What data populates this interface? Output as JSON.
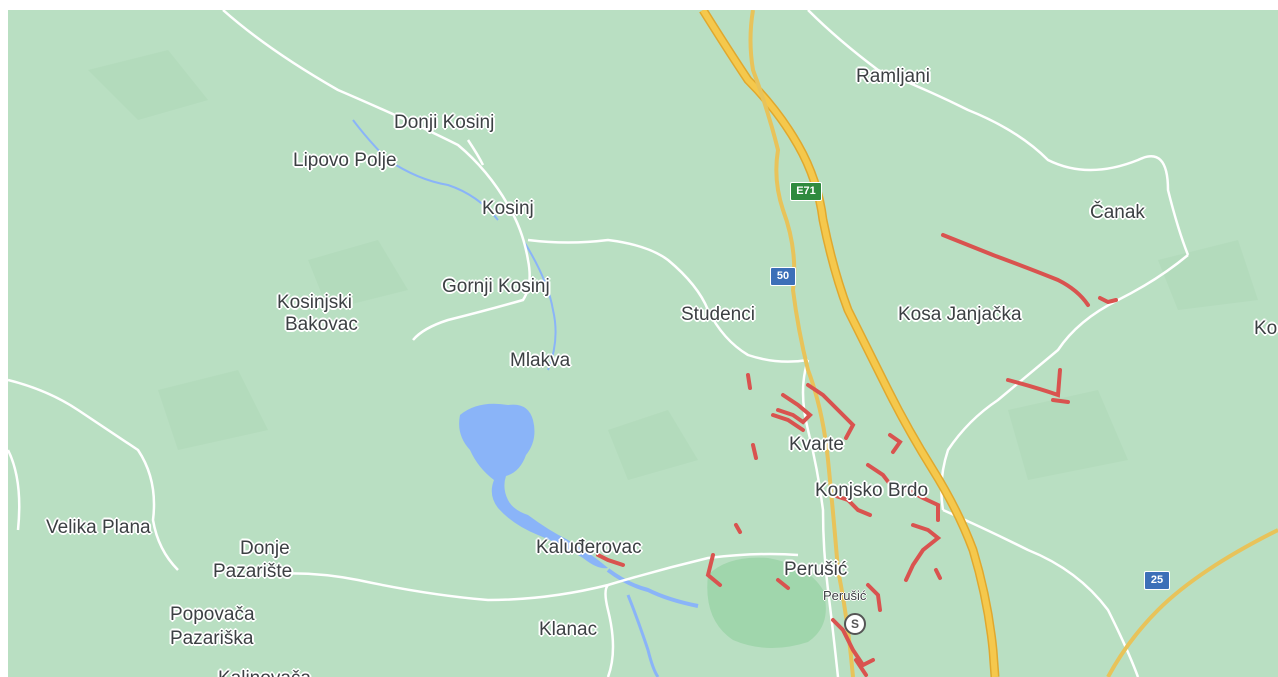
{
  "map": {
    "colors": {
      "land": "#b9dfc2",
      "motorway": "#f5c84c",
      "motorway_casing": "#e0a82e",
      "road": "#ffffff",
      "water": "#8ab4f8",
      "park": "#a8d8b2",
      "traffic": "#d9534f"
    },
    "places": {
      "ramljani": "Ramljani",
      "donji_kosinj": "Donji Kosinj",
      "lipovo_polje": "Lipovo Polje",
      "kosinj": "Kosinj",
      "canak": "Čanak",
      "gornji_kosinj": "Gornji Kosinj",
      "kosinjski": "Kosinjski",
      "bakovac": "Bakovac",
      "studenci": "Studenci",
      "kosa_janjacka": "Kosa Janjačka",
      "ko_cut": "Ko",
      "mlakva": "Mlakva",
      "kvarte": "Kvarte",
      "konjsko_brdo": "Konjsko Brdo",
      "velika_plana": "Velika Plana",
      "donje": "Donje",
      "pazariste": "Pazarište",
      "kaluderovac": "Kaluđerovac",
      "perusic": "Perušić",
      "popovaca": "Popovača",
      "pazariska": "Pazariška",
      "klanac": "Klanac",
      "bottom_cut": "Kalinovača"
    },
    "shields": {
      "e71": "E71",
      "r50": "50",
      "r25": "25"
    },
    "poi": {
      "station_label": "Perušić",
      "station_icon_glyph": "S",
      "icon": "train-station-icon"
    }
  }
}
